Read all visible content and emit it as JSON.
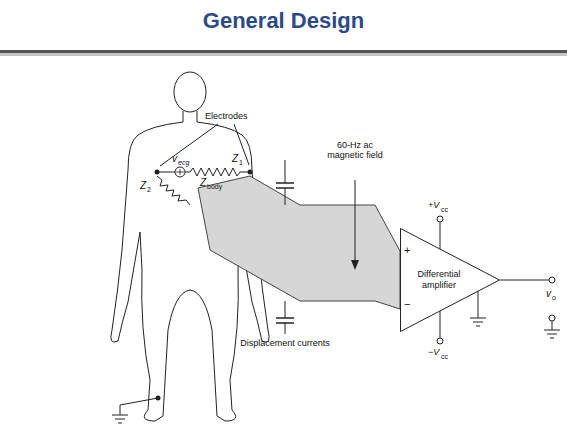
{
  "diagram": {
    "title": "General Design",
    "nodes": [
      {
        "text": [
          "Differential amplifier"
        ]
      }
    ],
    "labels": [
      "Electrodes",
      "v",
      "ecg",
      "Z",
      "1",
      "Z",
      "body",
      "Z",
      "2",
      "60-Hz ac magnetic field",
      "Displacement currents",
      "+",
      "−",
      "+V",
      "cc",
      "−V",
      "cc",
      "v",
      "o"
    ]
  }
}
